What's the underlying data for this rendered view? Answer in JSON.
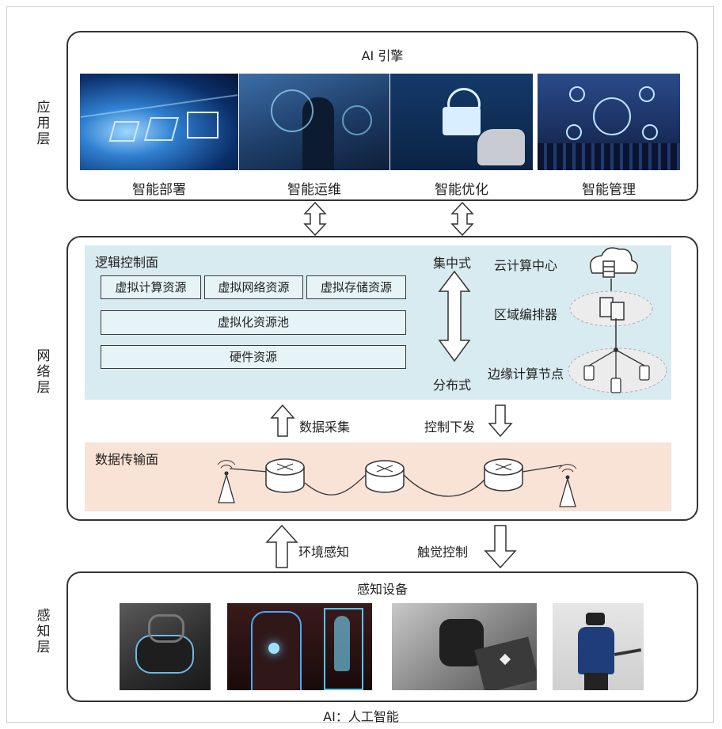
{
  "layers": {
    "application": "应用层",
    "network": "网络层",
    "perception": "感知层"
  },
  "application_panel": {
    "title": "AI 引擎",
    "items": [
      "智能部署",
      "智能运维",
      "智能优化",
      "智能管理"
    ]
  },
  "network_panel": {
    "control_plane": {
      "title": "逻辑控制面",
      "virtual_resources": [
        "虚拟计算资源",
        "虚拟网络资源",
        "虚拟存储资源"
      ],
      "pool": "虚拟化资源池",
      "hardware": "硬件资源",
      "top_label": "集中式",
      "bottom_label": "分布式",
      "nodes": [
        "云计算中心",
        "区域编排器",
        "边缘计算节点"
      ]
    },
    "arrows": {
      "up": "数据采集",
      "down": "控制下发"
    },
    "data_plane": {
      "title": "数据传输面"
    }
  },
  "between_arrows": {
    "up": "环境感知",
    "down": "触觉控制"
  },
  "perception_panel": {
    "title": "感知设备"
  },
  "footnote": "AI：人工智能",
  "colors": {
    "control_plane_bg": "#d8ebf1",
    "data_plane_bg": "#f9e2d6",
    "resource_box_bg": "#e6f3f7",
    "border": "#333333"
  }
}
